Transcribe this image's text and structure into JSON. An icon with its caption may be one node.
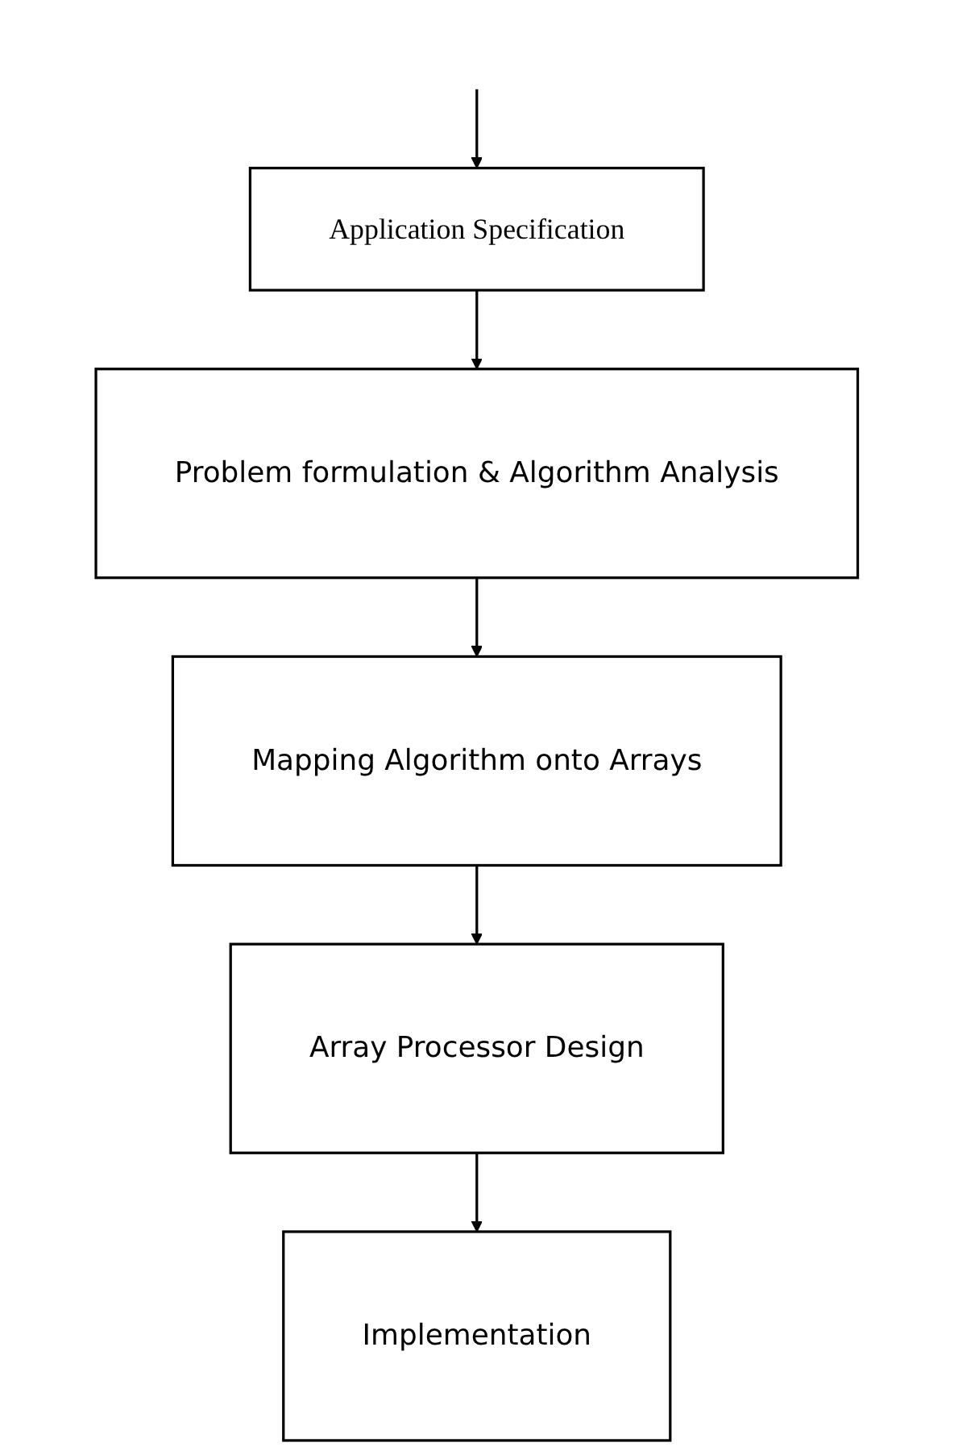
{
  "diagram": {
    "nodes": [
      {
        "text": [
          "Application Specification"
        ]
      },
      {
        "text": [
          "Problem formulation & Algorithm Analysis"
        ]
      },
      {
        "text": [
          "Mapping Algorithm onto Arrays"
        ]
      },
      {
        "text": [
          "Array Processor Design"
        ]
      },
      {
        "text": [
          "Implementation"
        ]
      }
    ],
    "edges": [
      {
        "from": null,
        "to": 0,
        "arrow": "to"
      },
      {
        "from": 0,
        "to": 1,
        "arrow": "to"
      },
      {
        "from": 1,
        "to": 2,
        "arrow": "to"
      },
      {
        "from": 2,
        "to": 3,
        "arrow": "to"
      },
      {
        "from": 3,
        "to": 4,
        "arrow": "to"
      }
    ]
  }
}
